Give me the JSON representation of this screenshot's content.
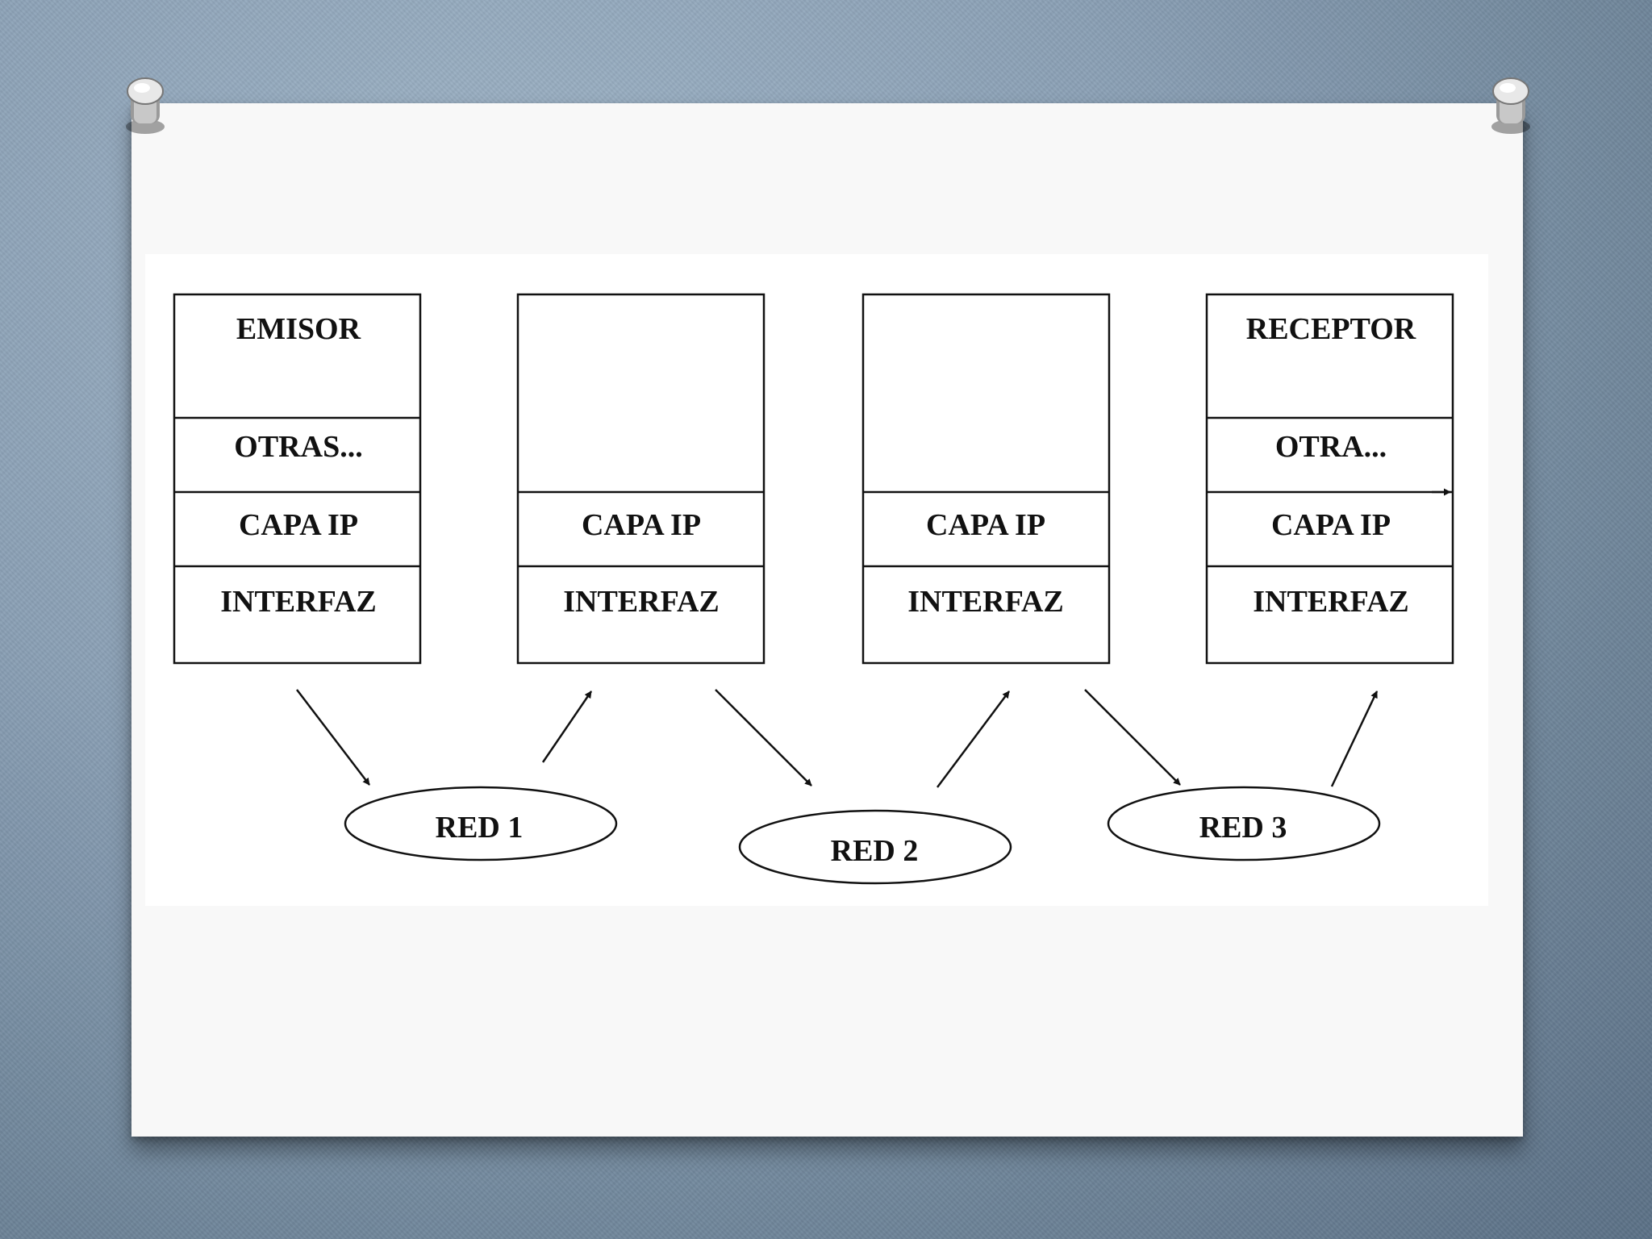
{
  "stacks": [
    {
      "title": "EMISOR",
      "otras": "OTRAS...",
      "ip": "CAPA IP",
      "interfaz": "INTERFAZ"
    },
    {
      "title": "",
      "otras": "",
      "ip": "CAPA IP",
      "interfaz": "INTERFAZ"
    },
    {
      "title": "",
      "otras": "",
      "ip": "CAPA IP",
      "interfaz": "INTERFAZ"
    },
    {
      "title": "RECEPTOR",
      "otras": "OTRA...",
      "ip": "CAPA IP",
      "interfaz": "INTERFAZ"
    }
  ],
  "networks": [
    "RED 1",
    "RED 2",
    "RED 3"
  ],
  "colors": {
    "line": "#111111",
    "paper": "#f8f8f8",
    "background": "#8aa0b5"
  }
}
